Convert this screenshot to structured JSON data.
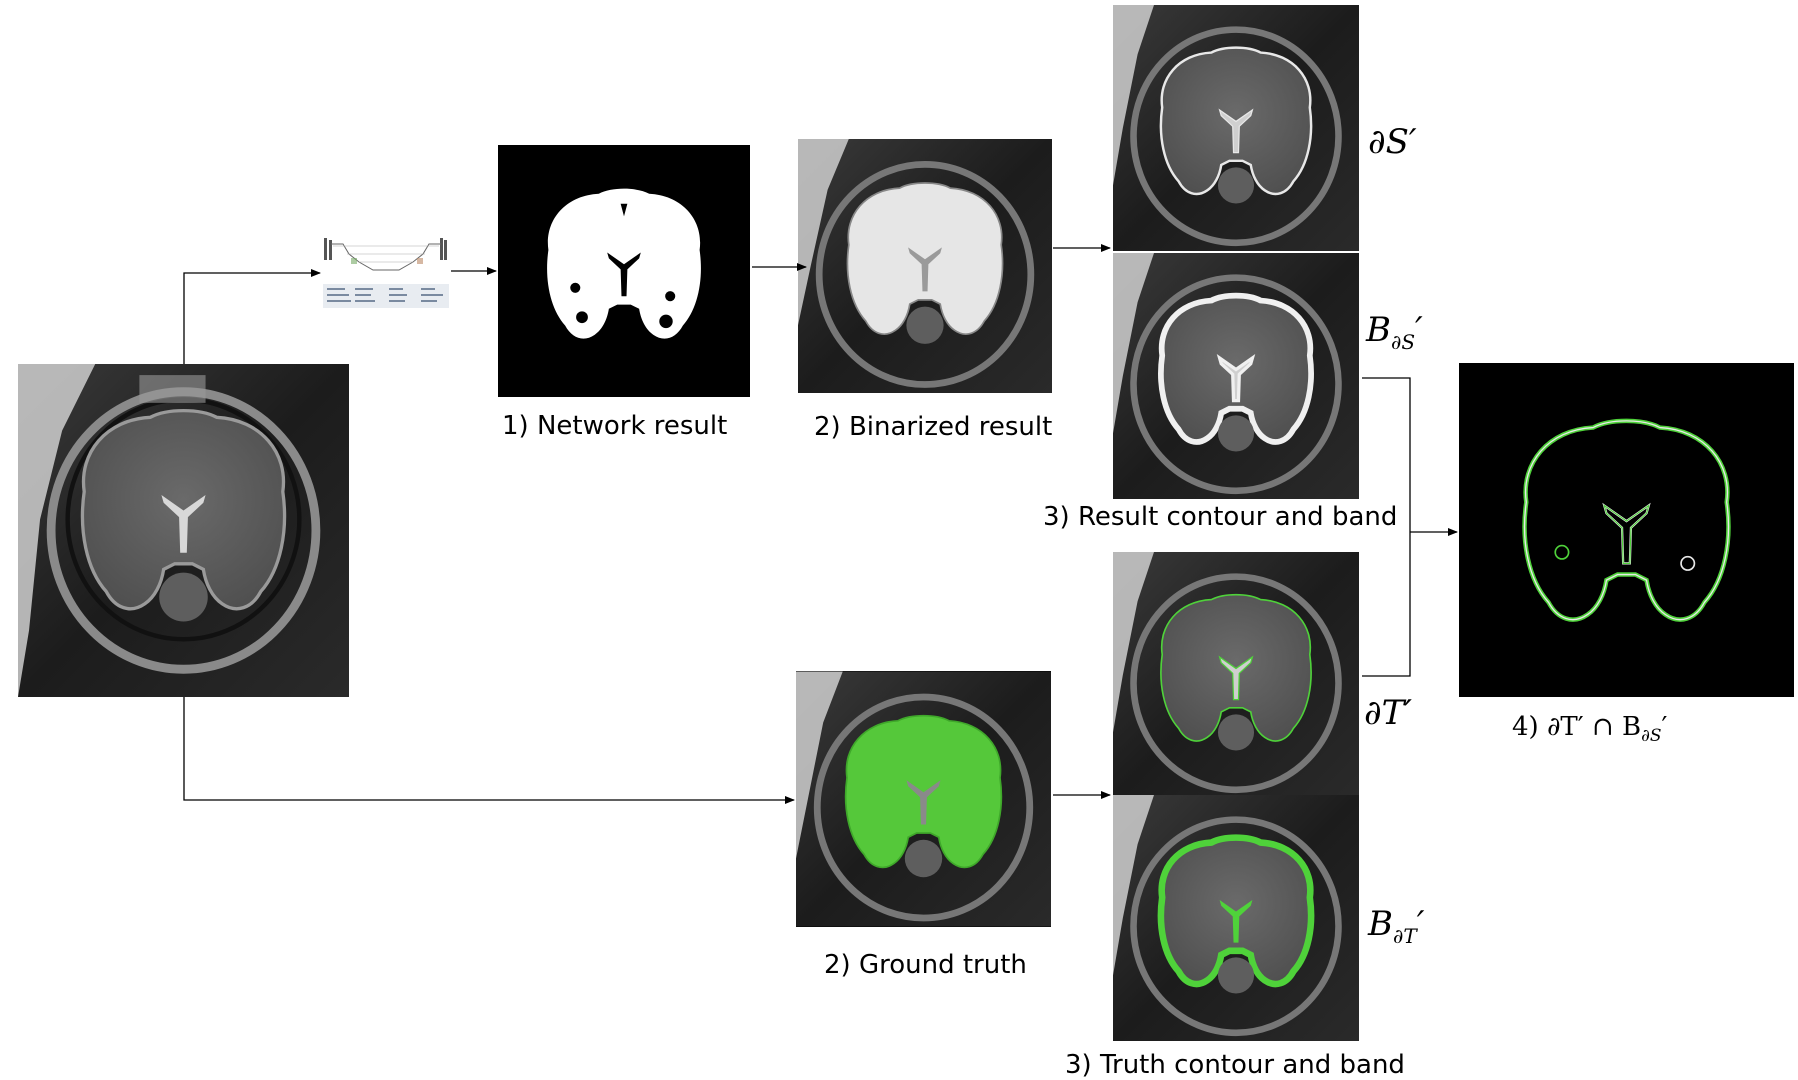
{
  "captions": {
    "network_result": "1) Network result",
    "binarized_result": "2) Binarized result",
    "result_contour_band": "3) Result contour and band",
    "ground_truth": "2) Ground truth",
    "truth_contour_band": "3) Truth contour and band",
    "intersection": "4) ∂T′ ∩ B",
    "intersection_sub": "∂S",
    "intersection_prime": "′"
  },
  "symbols": {
    "dS": "∂S′",
    "dT": "∂T′",
    "B_letter": "B",
    "B_dS_sub": "∂S",
    "B_dT_sub": "∂T",
    "prime": "′"
  },
  "colors": {
    "background": "#ffffff",
    "arrow": "#000000",
    "truth_green": "#4fd23a",
    "contour_white": "#e8e8e8",
    "mri_dark": "#1a1a1a"
  }
}
